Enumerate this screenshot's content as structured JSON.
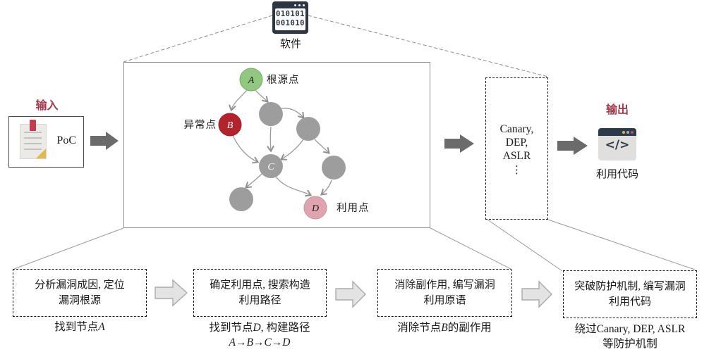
{
  "software": {
    "label": "软件",
    "binary_line1": "010101",
    "binary_line2": "001010"
  },
  "input": {
    "title": "输入",
    "doc_label": "PoC"
  },
  "output": {
    "title": "输出",
    "icon_glyph": "</>",
    "label": "利用代码"
  },
  "mitigations": {
    "line1": "Canary,",
    "line2": "DEP,",
    "line3": "ASLR",
    "more": "⋮"
  },
  "graph": {
    "letters": {
      "a": "A",
      "b": "B",
      "c": "C",
      "d": "D"
    },
    "labels": {
      "root": "根源点",
      "anomaly": "异常点",
      "exploit": "利用点"
    }
  },
  "steps": [
    {
      "line1": "分析漏洞成因, 定位",
      "line2": "漏洞根源",
      "cap": [
        {
          "text": "找到节点"
        },
        {
          "text": "A"
        }
      ]
    },
    {
      "line1": "确定利用点, 搜索构造",
      "line2": "利用路径",
      "cap": [
        {
          "text": "找到节点"
        },
        {
          "text": "D"
        },
        {
          "text": ", 构建路径"
        }
      ],
      "cap2": "A→B→C→D"
    },
    {
      "line1": "消除副作用, 编写漏洞",
      "line2": "利用原语",
      "cap": [
        {
          "text": "消除节点"
        },
        {
          "text": "B"
        },
        {
          "text": "的副作用"
        }
      ]
    },
    {
      "line1": "突破防护机制, 编写漏洞",
      "line2": "利用代码",
      "cap": [
        {
          "text": "绕过Canary, DEP, ASLR"
        }
      ],
      "cap2": "等防护机制"
    }
  ],
  "colors": {
    "accent_red": "#a63a4b",
    "node_green": "#8fc87e",
    "node_red": "#b2232b",
    "node_gray": "#9d9d9d",
    "node_pink": "#dfa4af",
    "arrow_dark": "#6b6b6b",
    "arrow_light": "#e3e3e3",
    "icon_navy": "#2d3642"
  }
}
